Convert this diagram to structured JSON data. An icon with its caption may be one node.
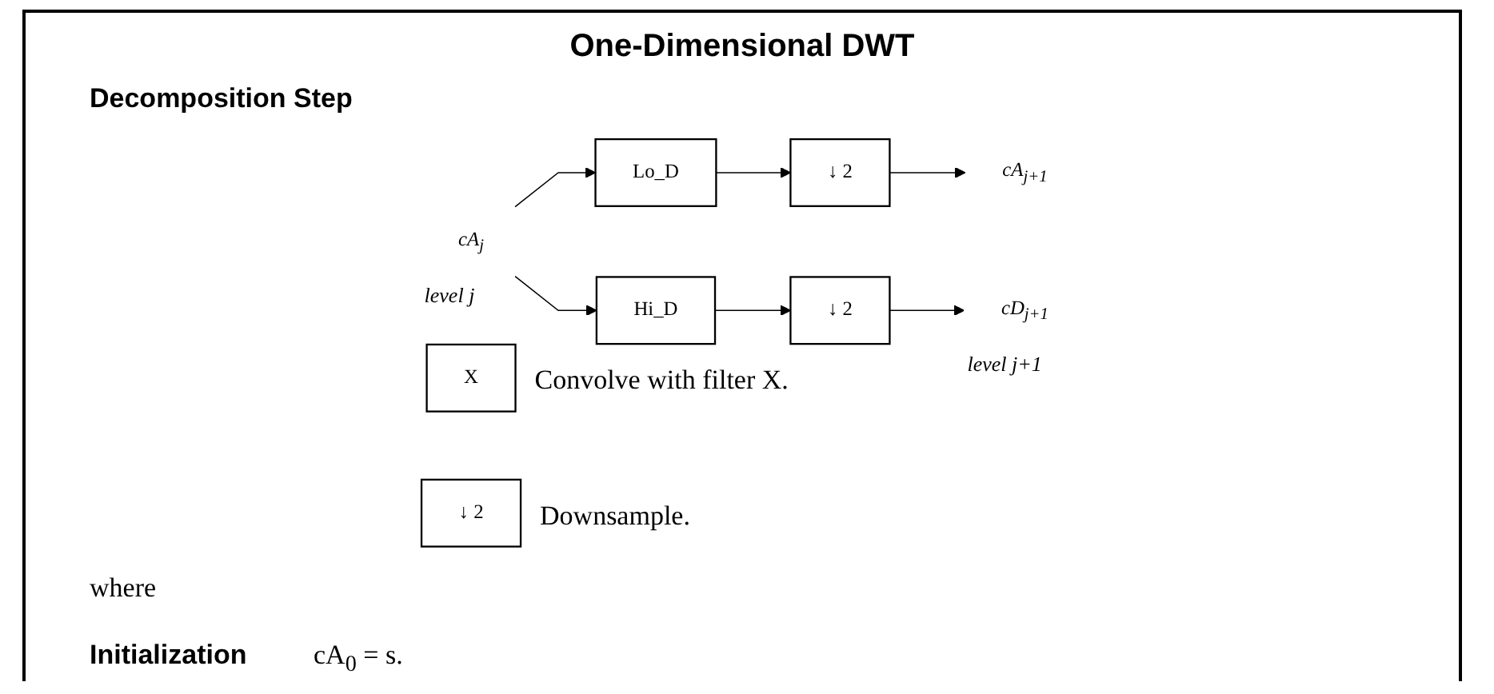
{
  "diagram": {
    "title": "One-Dimensional DWT",
    "nodes": [
      {
        "text": [
          "cA$_{j}$"
        ],
        "beside": [
          "level j"
        ]
      },
      {
        "text": [
          "Lo_D"
        ]
      },
      {
        "text": [
          "Hi_D"
        ]
      },
      {
        "text": [
          "↓ 2"
        ]
      },
      {
        "text": [
          "↓ 2"
        ]
      },
      {
        "text": [
          "cA$_{j+1}$"
        ]
      },
      {
        "text": [
          "cD$_{j+1}$"
        ],
        "beside": [
          "level j+1"
        ]
      },
      {
        "text": [
          "X"
        ],
        "beside": [
          "Convolve with filter X."
        ]
      },
      {
        "text": [
          "↓ 2"
        ],
        "beside": [
          "Downsample."
        ]
      }
    ],
    "edges": [
      {
        "from": 0,
        "to": 1,
        "arrow": "to"
      },
      {
        "from": 0,
        "to": 2,
        "arrow": "to"
      },
      {
        "from": 1,
        "to": 3,
        "arrow": "to"
      },
      {
        "from": 2,
        "to": 4,
        "arrow": "to"
      },
      {
        "from": 3,
        "to": 5,
        "arrow": "to"
      },
      {
        "from": 4,
        "to": 6,
        "arrow": "to"
      }
    ],
    "labels": [
      "Decomposition Step",
      "where",
      "Initialization",
      "cA$_{0}$ = s."
    ]
  }
}
